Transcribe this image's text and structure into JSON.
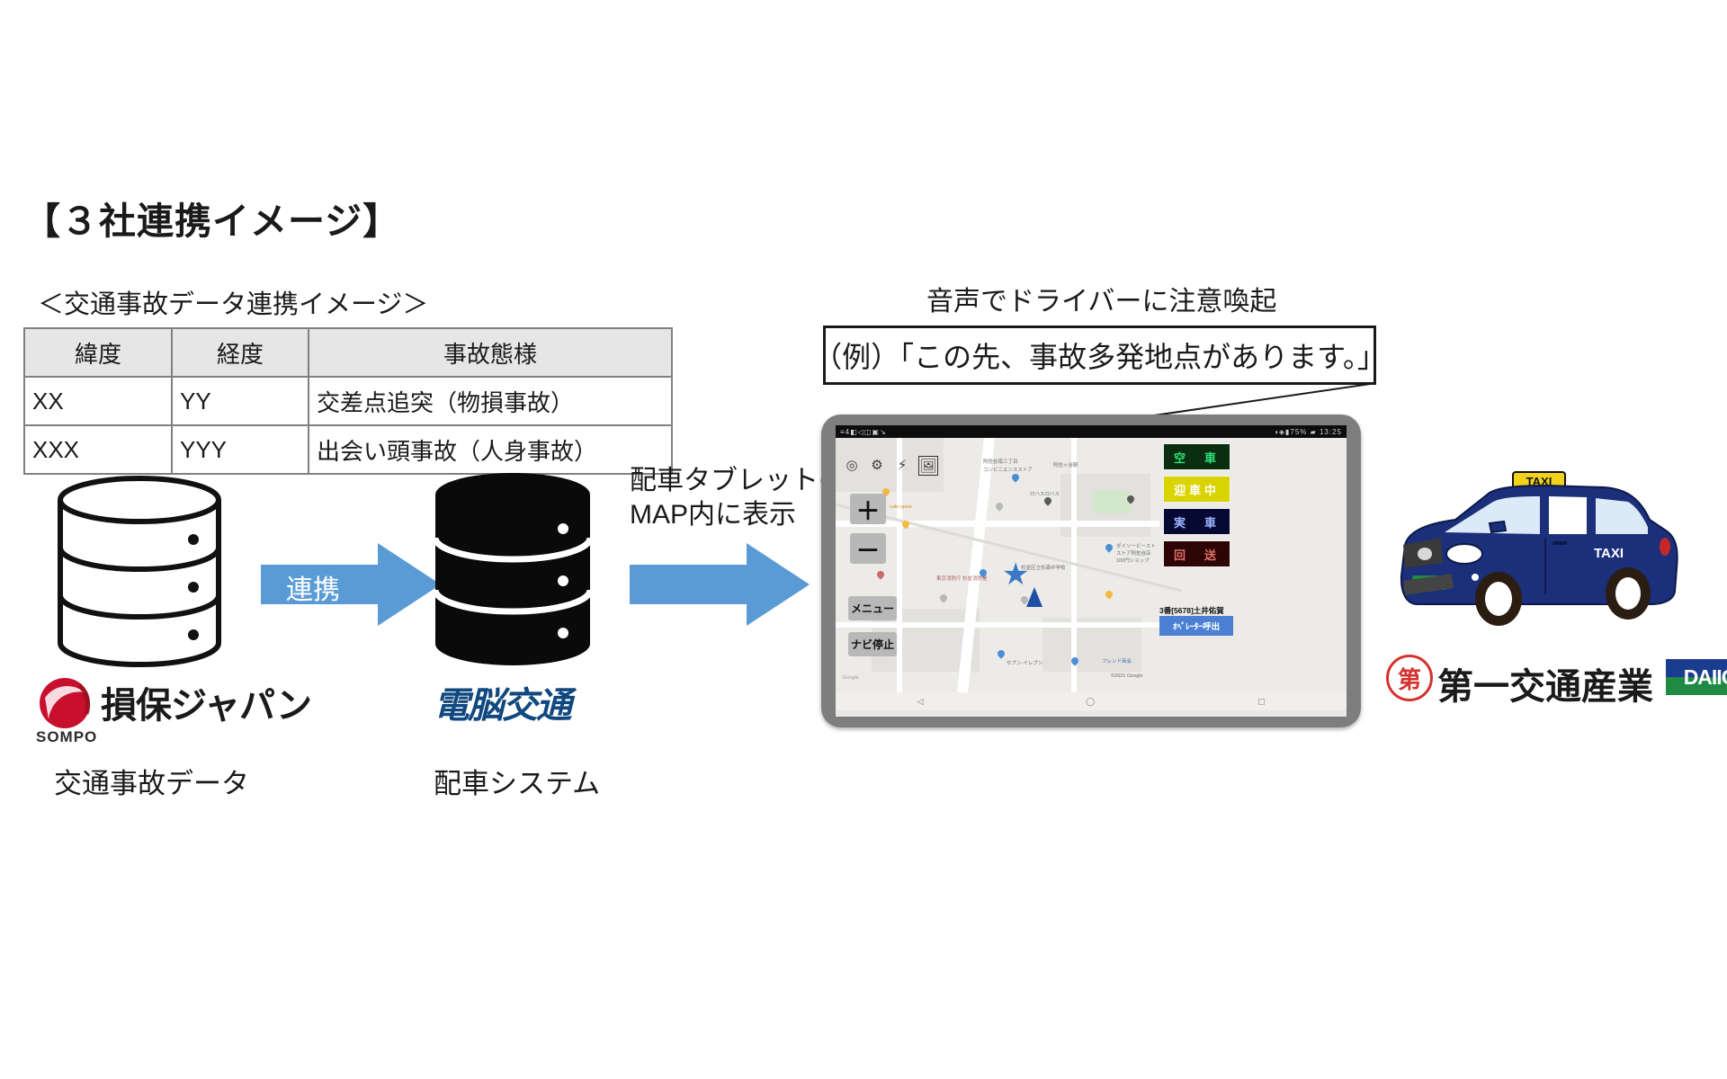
{
  "title": "【３社連携イメージ】",
  "subtitle": "＜交通事故データ連携イメージ＞",
  "table": {
    "headers": [
      "緯度",
      "経度",
      "事故態様"
    ],
    "rows": [
      [
        "XX",
        "YY",
        "交差点追突（物損事故）"
      ],
      [
        "XXX",
        "YYY",
        "出会い頭事故（人身事故）"
      ]
    ]
  },
  "arrows": {
    "link_label": "連携",
    "display_label_line1": "配車タブレットの",
    "display_label_line2": "MAP内に表示"
  },
  "sompo": {
    "logo_word": "損保ジャパン",
    "logo_sub": "SOMPO",
    "caption": "交通事故データ"
  },
  "dcr": {
    "logo_word": "電脳交通",
    "caption": "配車システム"
  },
  "bubble": {
    "heading": "音声でドライバーに注意喚起",
    "text": "（例）「この先、事故多発地点があります。」"
  },
  "tablet": {
    "status_left": "≡4◧◁◫▣↘",
    "status_right": "◑◈▮75% ▰ 13:25",
    "toolbar_icons": [
      "compass-icon",
      "gear-icon",
      "route-icon",
      "image-icon"
    ],
    "zoom_in": "＋",
    "zoom_out": "－",
    "menu": "メニュー",
    "nav_stop": "ナビ停止",
    "status_buttons": [
      {
        "label": "空　車",
        "bg": "#0b2d10",
        "fg": "#2fe37a"
      },
      {
        "label": "迎車中",
        "bg": "#d9d400",
        "fg": "#ffffff"
      },
      {
        "label": "実　車",
        "bg": "#060a33",
        "fg": "#9fb4ff"
      },
      {
        "label": "回　送",
        "bg": "#2d0505",
        "fg": "#e0706a"
      }
    ],
    "driver_line": "3番[5678]土井佑賀",
    "operator_button": "ｵﾍﾟﾚｰﾀｰ呼出",
    "map_labels": [
      "阿佐谷南三丁目",
      "コンビニエンスストア",
      "阿佐ヶ谷駅",
      "ロハスロハス",
      "cafe spise",
      "東京消防庁 杉並消防署",
      "ダイソービースト",
      "ストア阿佐谷店",
      "100円ショップ",
      "杉並区立杉森中学校",
      "セブン-イレブン",
      "フレンド商会",
      "©2021 Google",
      "Google"
    ],
    "nav_buttons": [
      "back-icon",
      "home-icon",
      "recents-icon"
    ]
  },
  "daiichi": {
    "stamp": "第",
    "word": "第一交通産業",
    "badge": "DAIICHI",
    "taxi_roof": "TAXI",
    "taxi_door": "TAXI"
  },
  "colors": {
    "arrow_blue": "#5b9bd5",
    "dcr_blue": "#11487f",
    "sompo_red": "#c8102e",
    "daiichi_red": "#d4322e",
    "daiichi_blue": "#1b3d8f",
    "daiichi_green": "#1f8a43",
    "taxi_body": "#1b2f7a"
  }
}
